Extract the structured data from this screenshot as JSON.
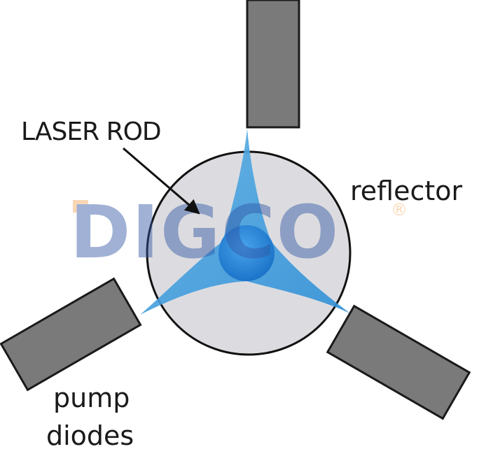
{
  "labels": {
    "laser_rod": "LASER ROD",
    "reflector": "reflector",
    "pump_line1": "pump",
    "pump_line2": "diodes"
  },
  "watermark": {
    "text": "DIGCO",
    "registered": "®",
    "color": "#2f55a4",
    "dot_color": "#f2a65a"
  },
  "colors": {
    "diode_fill": "#7a7a7a",
    "diode_stroke": "#1a1a1a",
    "reflector_fill": "#dcdce0",
    "reflector_stroke": "#111111",
    "beam": "#3d97d8",
    "rod": "#2a86d6",
    "arrow": "#111111"
  }
}
